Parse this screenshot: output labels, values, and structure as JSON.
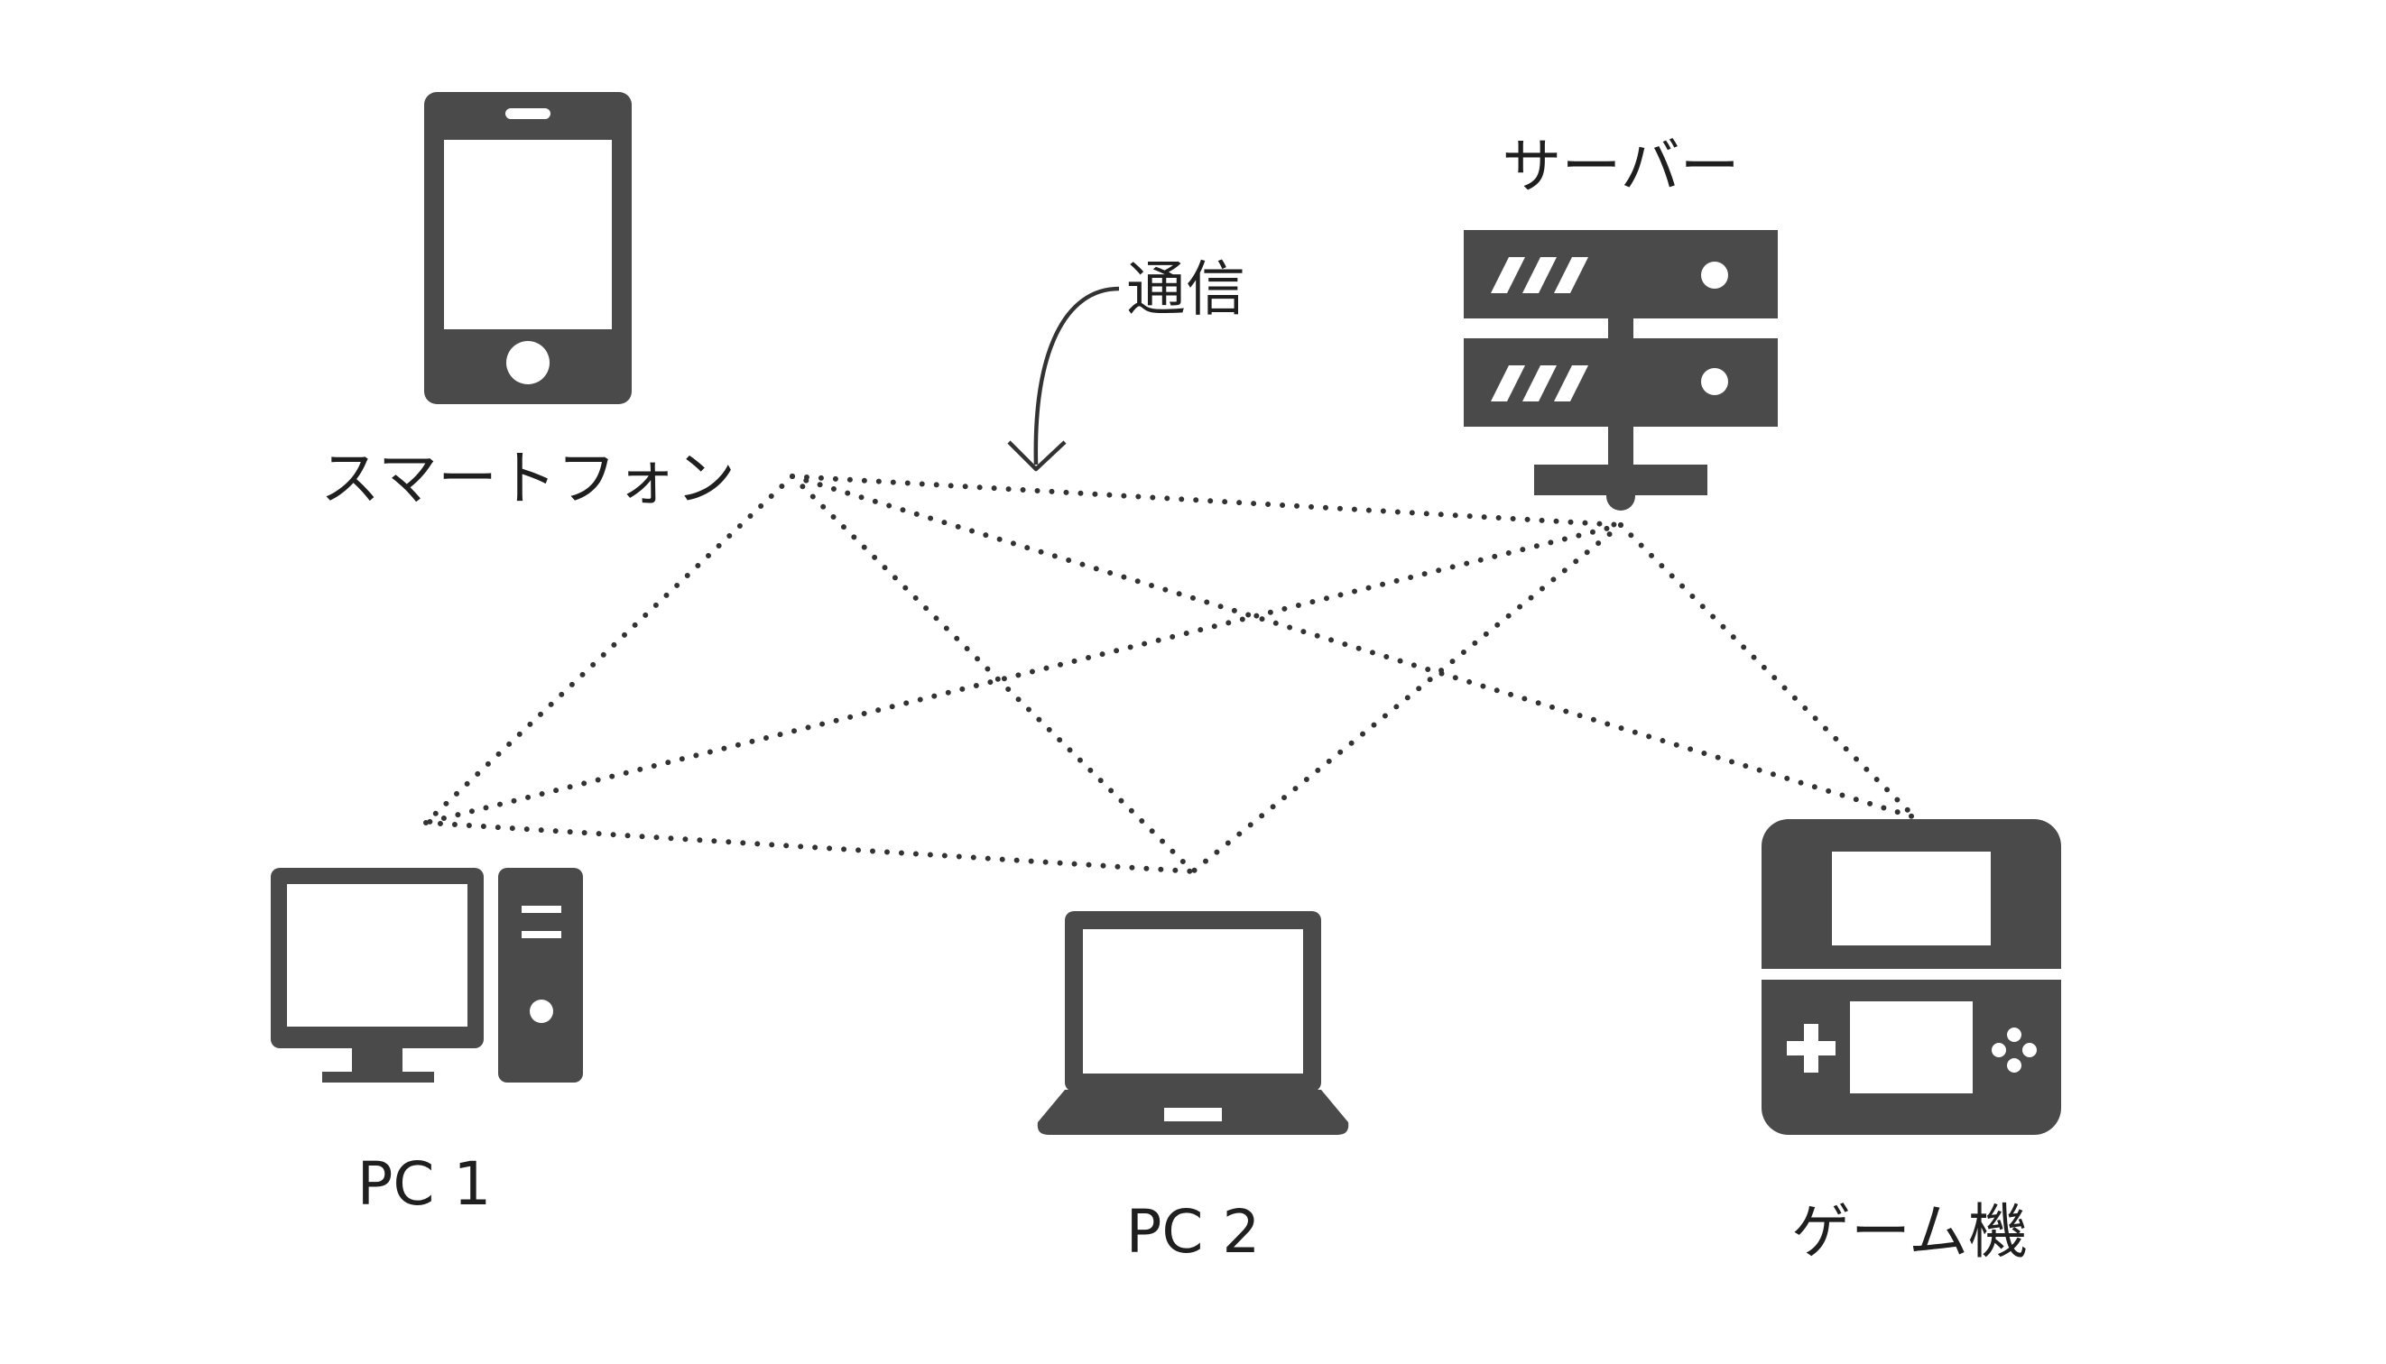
{
  "nodes": {
    "smartphone": {
      "label": "スマートフォン",
      "icon": "smartphone-icon"
    },
    "server": {
      "label": "サーバー",
      "icon": "server-icon"
    },
    "pc1": {
      "label": "PC 1",
      "icon": "desktop-pc-icon"
    },
    "pc2": {
      "label": "PC 2",
      "icon": "laptop-icon"
    },
    "game": {
      "label": "ゲーム機",
      "icon": "game-console-icon"
    }
  },
  "annotation": {
    "label": "通信"
  },
  "links": [
    [
      "smartphone",
      "server"
    ],
    [
      "smartphone",
      "pc1"
    ],
    [
      "smartphone",
      "pc2"
    ],
    [
      "smartphone",
      "game"
    ],
    [
      "server",
      "pc1"
    ],
    [
      "server",
      "pc2"
    ],
    [
      "server",
      "game"
    ],
    [
      "pc1",
      "pc2"
    ]
  ],
  "colors": {
    "icon": "#4a4a4a",
    "text": "#1f1f1f",
    "link": "#333333",
    "background": "#ffffff"
  }
}
